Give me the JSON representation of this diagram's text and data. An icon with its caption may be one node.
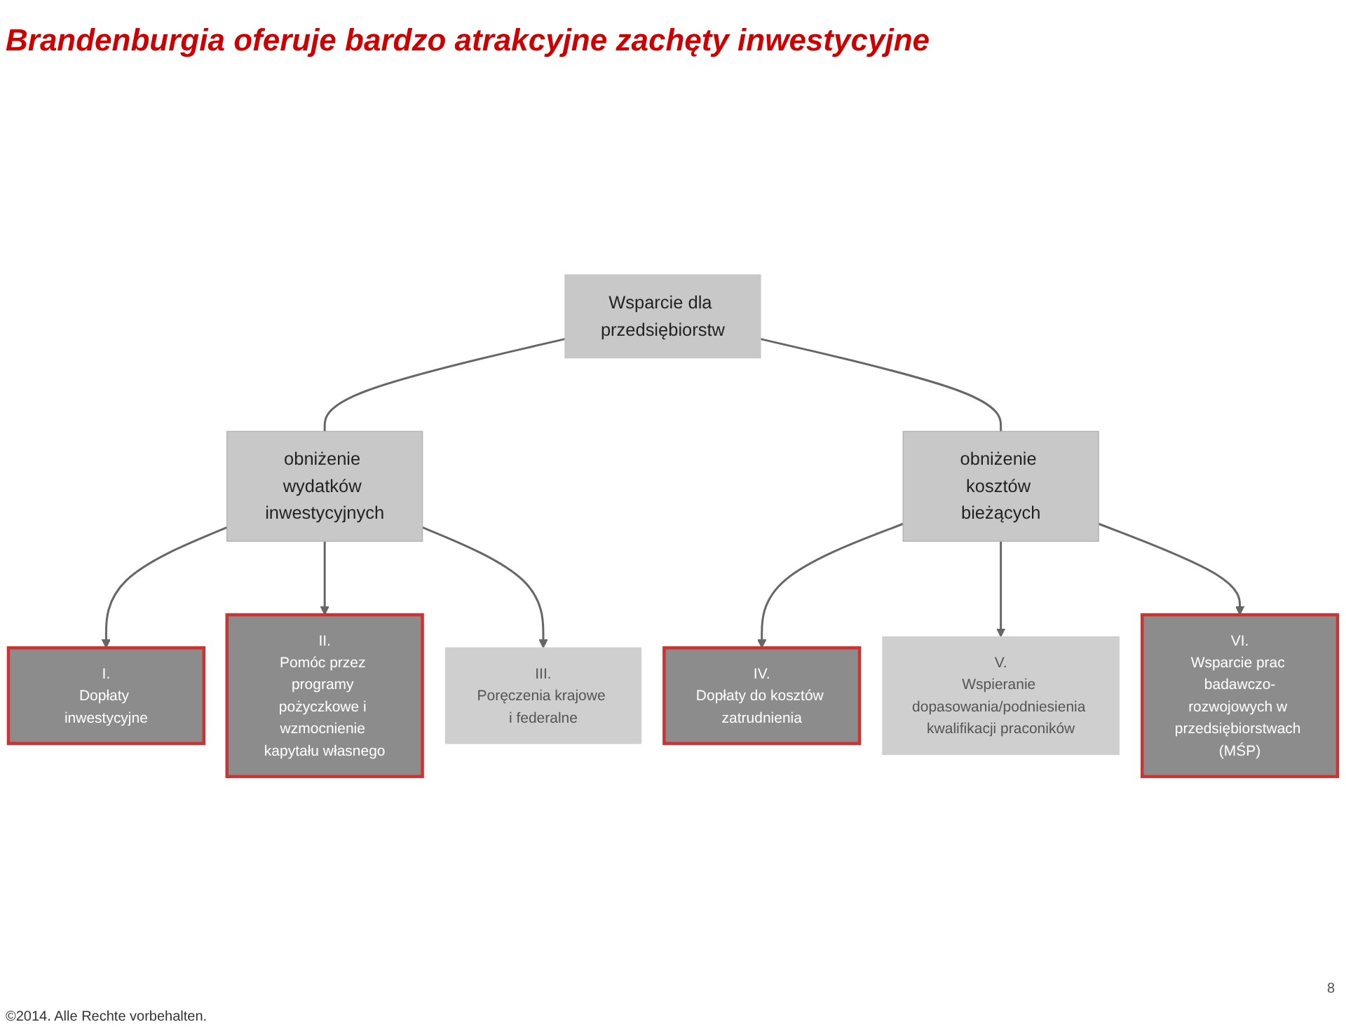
{
  "diagram": {
    "title": "Brandenburgia oferuje bardzo atrakcyjne zachęty inwestycyjne",
    "nodes": [
      {
        "text": [
          "Wsparcie dla przedsiębiorstw"
        ]
      },
      {
        "text": [
          "obniżenie wydatków inwestycyjnych"
        ]
      },
      {
        "text": [
          "obniżenie kosztów bieżących"
        ]
      },
      {
        "text": [
          "I.",
          "Dopłaty inwestycyjne"
        ]
      },
      {
        "text": [
          "II.",
          "Pomóc przez programy pożyczkowe i wzmocnienie kapytału własnego"
        ]
      },
      {
        "text": [
          "III.",
          "Poręczenia krajowe i federalne"
        ]
      },
      {
        "text": [
          "IV.",
          "Dopłaty do kosztów zatrudnienia"
        ]
      },
      {
        "text": [
          "V.",
          "Wspieranie dopasowania/podniesienia kwalifikacji praconików"
        ]
      },
      {
        "text": [
          "VI.",
          "Wsparcie prac badawczo-rozwojowych w przedsiębiorstwach (MŚP)"
        ]
      }
    ],
    "edges": [
      {
        "from": 0,
        "to": 1,
        "arrow": "none"
      },
      {
        "from": 0,
        "to": 2,
        "arrow": "none"
      },
      {
        "from": 1,
        "to": 3,
        "arrow": "to"
      },
      {
        "from": 1,
        "to": 4,
        "arrow": "to"
      },
      {
        "from": 1,
        "to": 5,
        "arrow": "to"
      },
      {
        "from": 2,
        "to": 6,
        "arrow": "to"
      },
      {
        "from": 2,
        "to": 7,
        "arrow": "to"
      },
      {
        "from": 2,
        "to": 8,
        "arrow": "to"
      }
    ],
    "labels": [
      "8",
      "©2014. Alle Rechte vorbehalten."
    ]
  }
}
